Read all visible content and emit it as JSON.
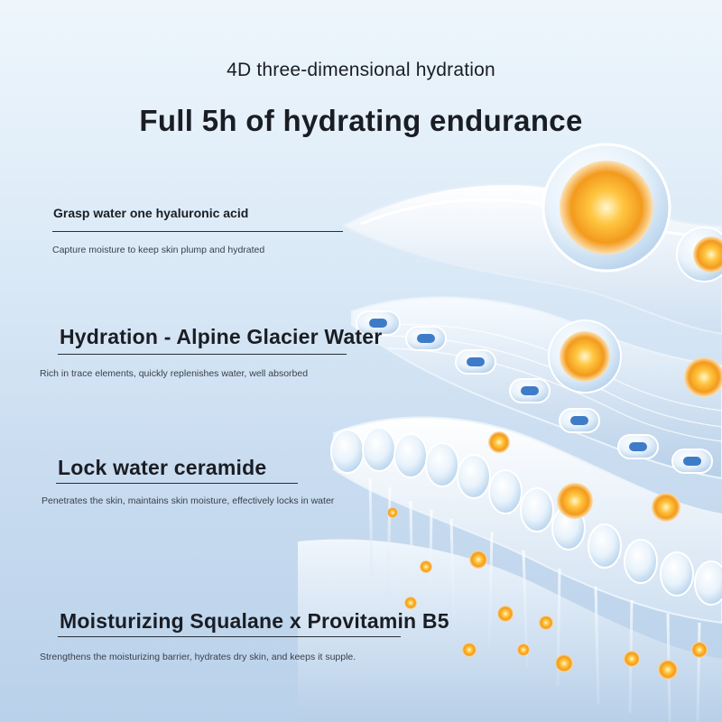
{
  "header": {
    "subtitle": "4D three-dimensional hydration",
    "title": "Full 5h of hydrating endurance"
  },
  "layers": [
    {
      "heading": "Grasp water one hyaluronic acid",
      "description": "Capture moisture to keep skin plump and hydrated"
    },
    {
      "heading": "Hydration - Alpine Glacier Water",
      "description": "Rich in trace elements, quickly replenishes water, well absorbed"
    },
    {
      "heading": "Lock water ceramide",
      "description": "Penetrates the skin, maintains skin moisture, effectively locks in water"
    },
    {
      "heading": "Moisturizing Squalane x Provitamin B5",
      "description": "Strengthens the moisturizing barrier, hydrates dry skin, and keeps it supple."
    }
  ],
  "colors": {
    "background_top": "#eef6fc",
    "background_bottom": "#b9d1ea",
    "layer_white": "#ffffff",
    "cell_blue": "#3f7cc8",
    "nutrient_gold": "#f3a52a",
    "text": "#1a1d24"
  },
  "icons": [
    "nutrient-sphere-icon",
    "water-cell-icon",
    "ceramide-bubble-icon",
    "droplet-icon"
  ]
}
